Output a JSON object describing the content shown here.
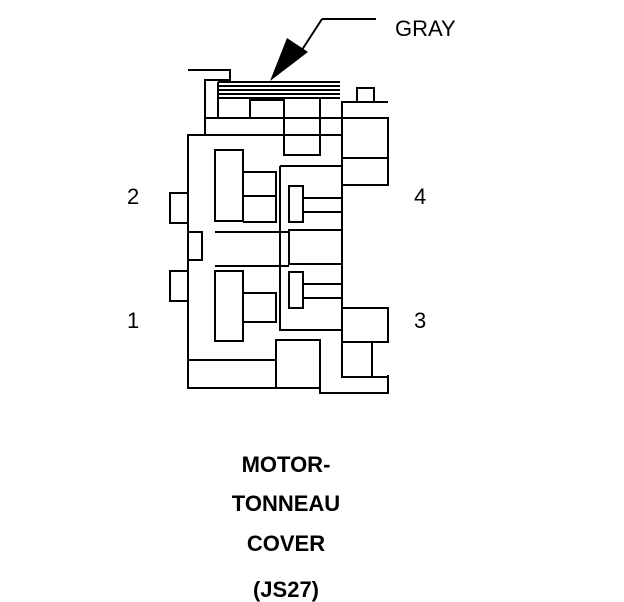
{
  "callout": {
    "color_label": "GRAY"
  },
  "pins": {
    "p1": "1",
    "p2": "2",
    "p3": "3",
    "p4": "4"
  },
  "caption": {
    "line1": "MOTOR-",
    "line2": "TONNEAU",
    "line3": "COVER",
    "code": "(JS27)"
  }
}
